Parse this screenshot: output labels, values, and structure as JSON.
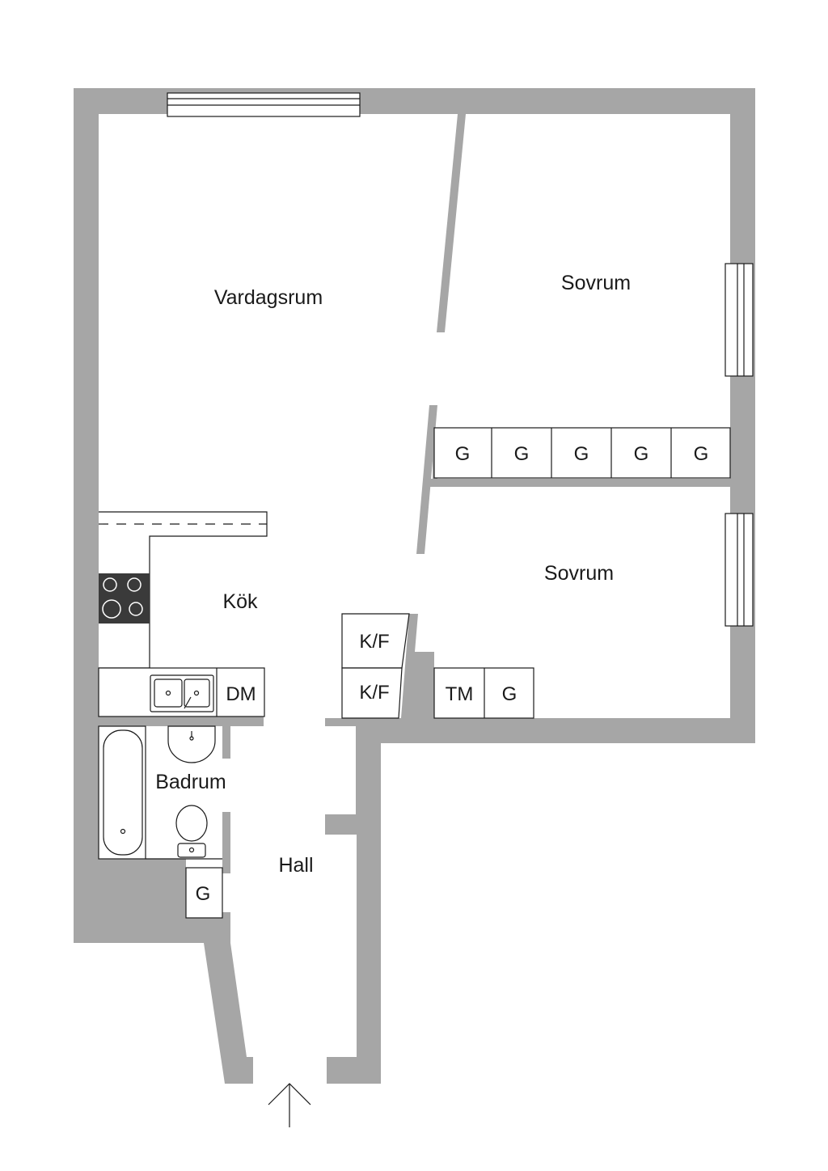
{
  "rooms": {
    "vardagsrum": "Vardagsrum",
    "sovrum_1": "Sovrum",
    "sovrum_2": "Sovrum",
    "kok": "Kök",
    "badrum": "Badrum",
    "hall": "Hall"
  },
  "fixtures": {
    "wardrobes": [
      "G",
      "G",
      "G",
      "G",
      "G"
    ],
    "fridge_freezer_1": "K/F",
    "fridge_freezer_2": "K/F",
    "tumble_dryer": "TM",
    "closet_bedroom": "G",
    "dishwasher": "DM",
    "closet_hall": "G"
  },
  "icons": {
    "entrance": "entrance-arrow-icon",
    "stove": "stove-icon",
    "sink": "sink-icon",
    "washbasin": "washbasin-icon",
    "toilet": "toilet-icon",
    "bathtub": "bathtub-icon"
  },
  "colors": {
    "wall": "#a6a6a6",
    "line": "#1a1a1a",
    "stove": "#3a3a3a"
  }
}
